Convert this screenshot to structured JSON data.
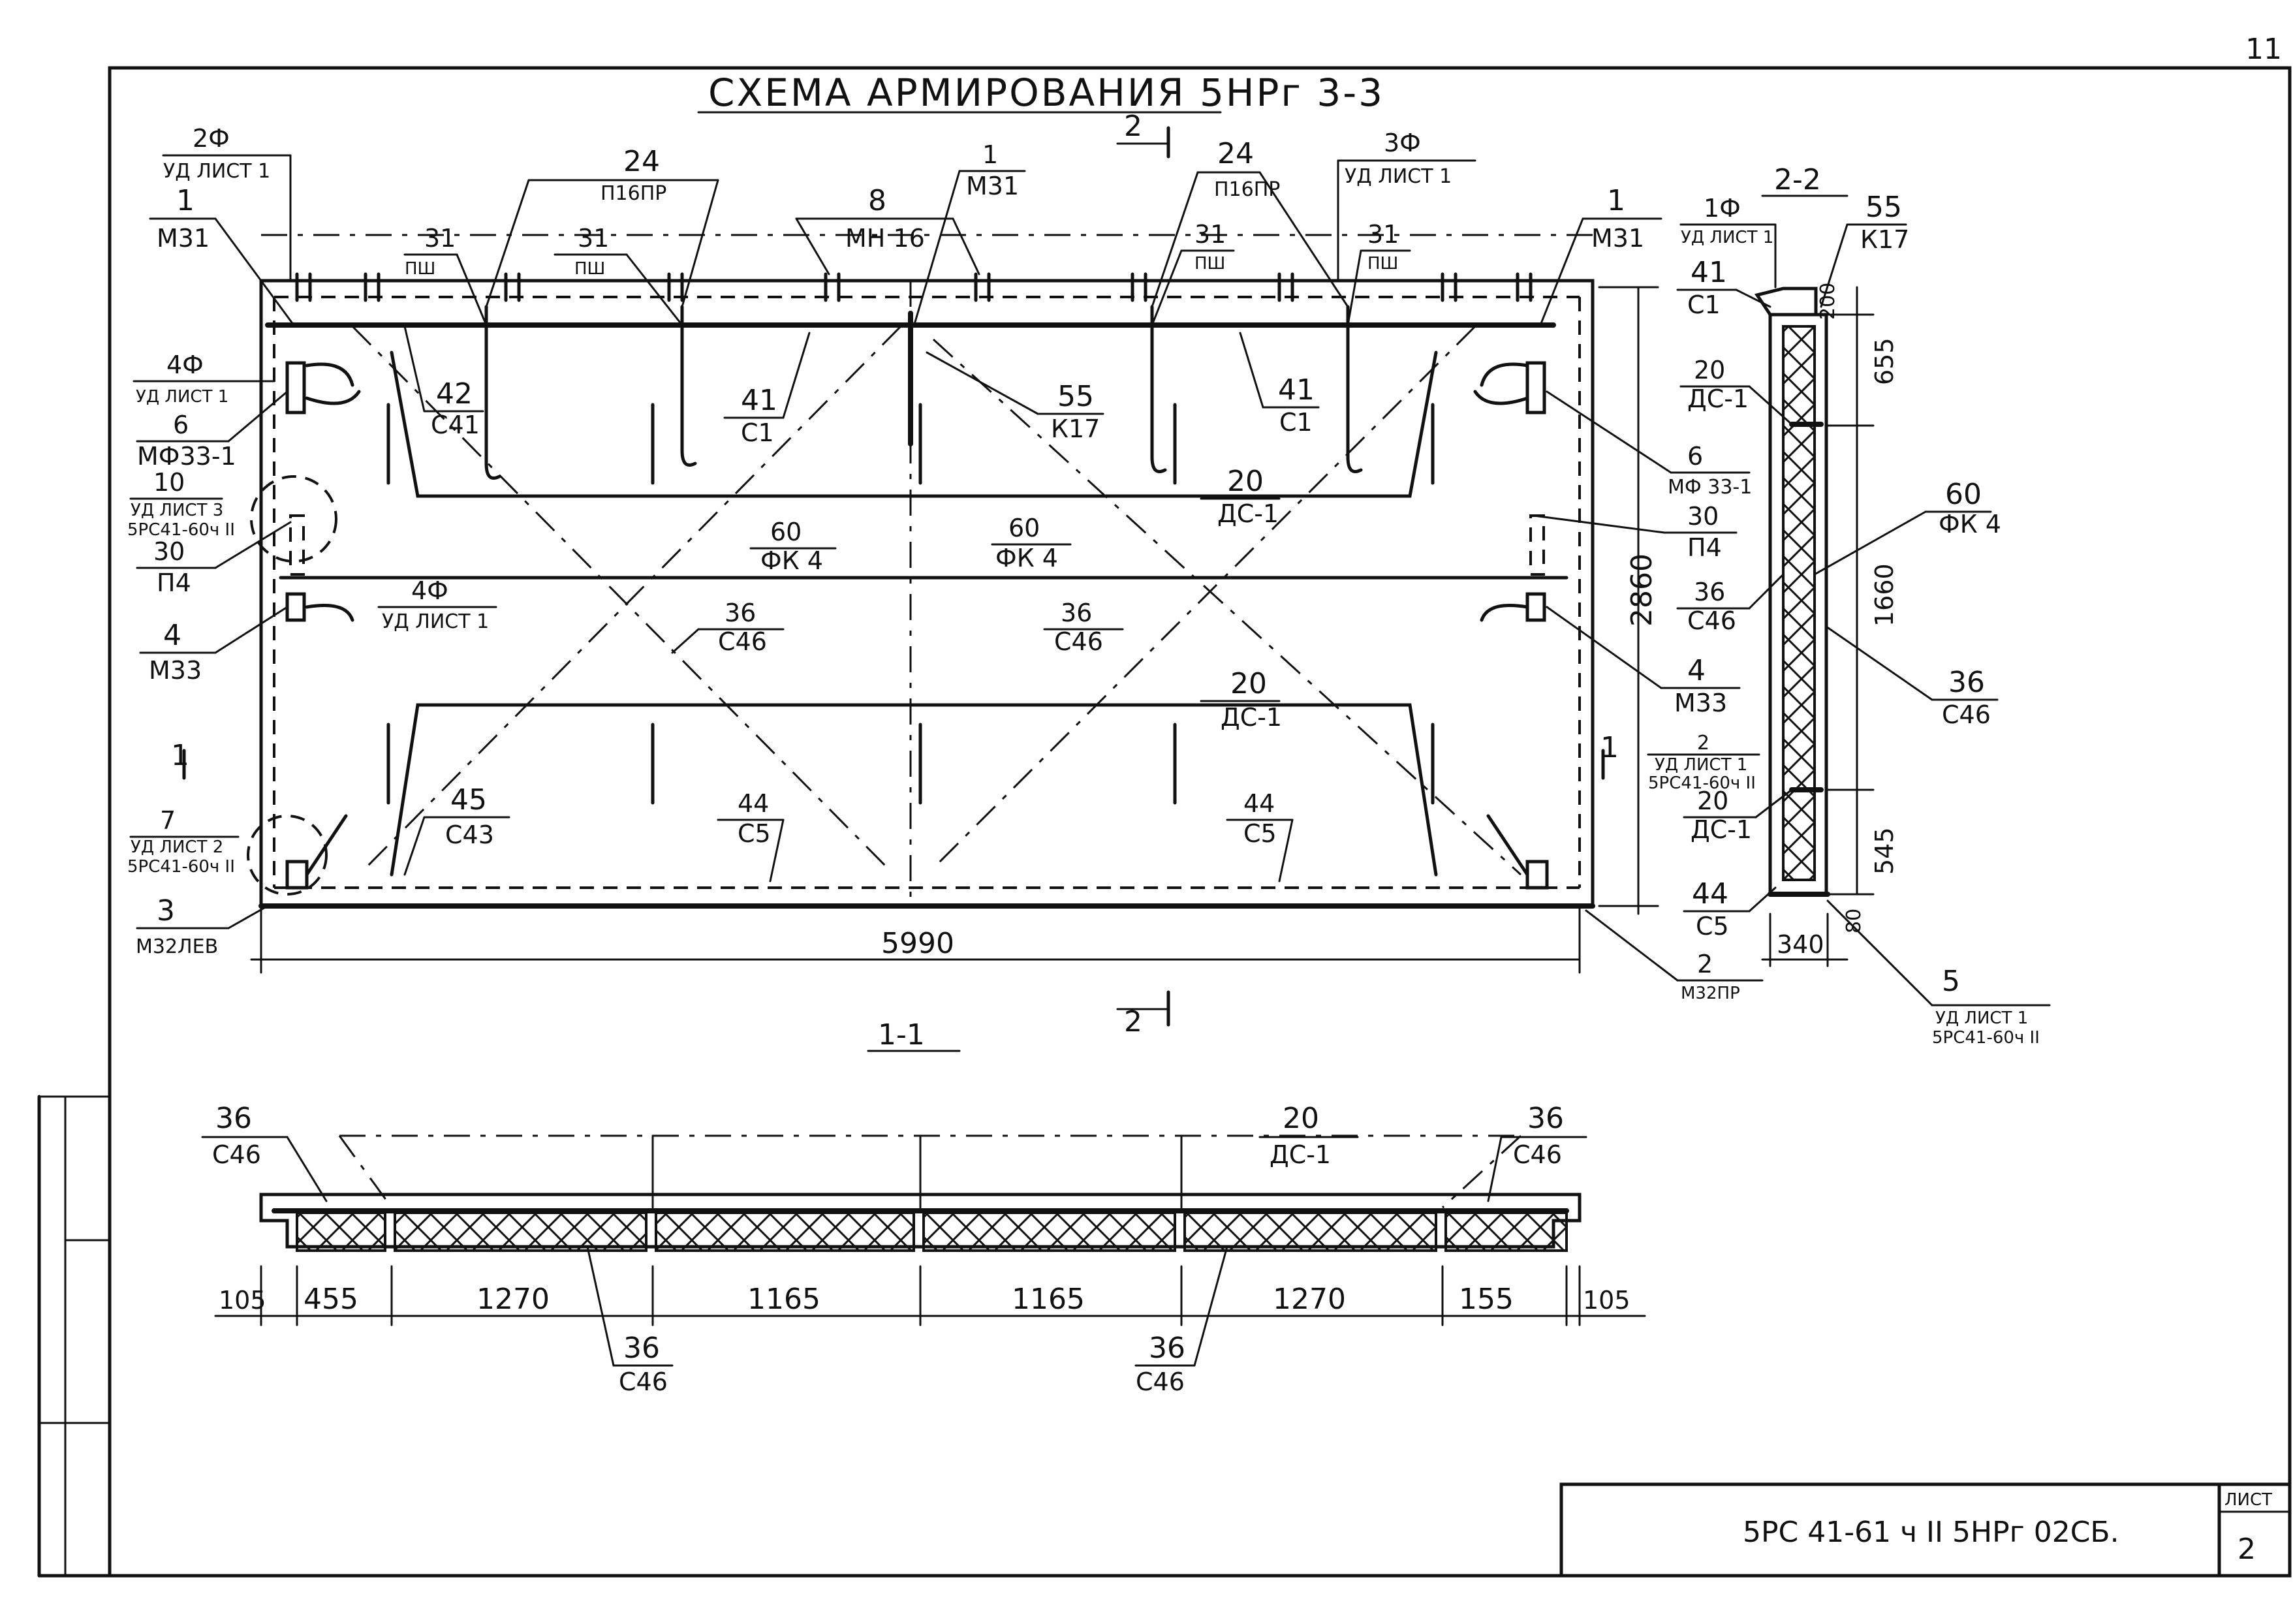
{
  "sheet_corner_number": "11",
  "title": "СХЕМА АРМИРОВАНИЯ 5НРг 3-3",
  "section_2_mark_top": "2",
  "section_2_mark_bottom": "2",
  "section_1_mark": "1",
  "section_1_1_label": "1-1",
  "section_2_2_label": "2-2",
  "elevation_callouts": {
    "c_2f": {
      "num": "2Ф",
      "den": "УД ЛИСТ 1"
    },
    "c_1_m31_left": {
      "num": "1",
      "den": "М31"
    },
    "c_24_left": {
      "num": "24",
      "den": "П16ПР"
    },
    "c_31_a": {
      "num": "31",
      "den": "ПШ"
    },
    "c_31_b": {
      "num": "31",
      "den": "ПШ"
    },
    "c_1_m31_mid": {
      "num": "1",
      "den": "М31"
    },
    "c_8": {
      "num": "8",
      "den": "МН 16"
    },
    "c_24_right": {
      "num": "24",
      "den": "П16ПР"
    },
    "c_3f": {
      "num": "3Ф",
      "den": "УД ЛИСТ 1"
    },
    "c_31_c": {
      "num": "31",
      "den": "ПШ"
    },
    "c_31_d": {
      "num": "31",
      "den": "ПШ"
    },
    "c_1_m31_right": {
      "num": "1",
      "den": "М31"
    },
    "c_4f_top": {
      "num": "4Ф",
      "den": "УД ЛИСТ 1"
    },
    "c_6_left": {
      "num": "6",
      "den": "МФ33-1"
    },
    "c_10": {
      "num": "10",
      "den": "УД ЛИСТ 3",
      "extra": "5РС41-60ч II"
    },
    "c_30_left": {
      "num": "30",
      "den": "П4"
    },
    "c_4_left": {
      "num": "4",
      "den": "М33"
    },
    "c_4f_mid": {
      "num": "4Ф",
      "den": "УД ЛИСТ 1"
    },
    "c_42": {
      "num": "42",
      "den": "С41"
    },
    "c_41_left": {
      "num": "41",
      "den": "С1"
    },
    "c_55": {
      "num": "55",
      "den": "К17"
    },
    "c_41_right": {
      "num": "41",
      "den": "С1"
    },
    "c_6_right": {
      "num": "6",
      "den": "МФ 33-1"
    },
    "c_20_top": {
      "num": "20",
      "den": "ДС-1"
    },
    "c_30_right": {
      "num": "30",
      "den": "П4"
    },
    "c_60_left": {
      "num": "60",
      "den": "ФК 4"
    },
    "c_60_right": {
      "num": "60",
      "den": "ФК 4"
    },
    "c_36_left": {
      "num": "36",
      "den": "С46"
    },
    "c_36_right": {
      "num": "36",
      "den": "С46"
    },
    "c_4_right": {
      "num": "4",
      "den": "М33"
    },
    "c_20_bottom": {
      "num": "20",
      "den": "ДС-1"
    },
    "c_45": {
      "num": "45",
      "den": "С43"
    },
    "c_44_left": {
      "num": "44",
      "den": "С5"
    },
    "c_44_right": {
      "num": "44",
      "den": "С5"
    },
    "c_7": {
      "num": "7",
      "den": "УД ЛИСТ 2",
      "extra": "5РС41-60ч II"
    },
    "c_3": {
      "num": "3",
      "den": "М32ЛЕВ"
    },
    "c_2_m32pr": {
      "num": "2",
      "den": "М32ПР"
    }
  },
  "elevation_dims": {
    "length": "5990",
    "height": "2860"
  },
  "section22_callouts": {
    "c_1f": {
      "num": "1Ф",
      "den": "УД ЛИСТ 1"
    },
    "c_55": {
      "num": "55",
      "den": "К17"
    },
    "c_41": {
      "num": "41",
      "den": "С1"
    },
    "c_20_top": {
      "num": "20",
      "den": "ДС-1"
    },
    "c_60": {
      "num": "60",
      "den": "ФК 4"
    },
    "c_36_left": {
      "num": "36",
      "den": "С46"
    },
    "c_36_right": {
      "num": "36",
      "den": "С46"
    },
    "c_2": {
      "num": "2",
      "den": "УД ЛИСТ 1",
      "extra": "5РС41-60ч II"
    },
    "c_20_bottom": {
      "num": "20",
      "den": "ДС-1"
    },
    "c_44": {
      "num": "44",
      "den": "С5"
    },
    "c_5": {
      "num": "5",
      "den": "УД ЛИСТ 1",
      "extra": "5РС41-60ч II"
    }
  },
  "section22_dims": {
    "d200": "200",
    "d655": "655",
    "d1660": "1660",
    "d545": "545",
    "d80": "80",
    "d340": "340"
  },
  "section11_callouts": {
    "c_36_left": {
      "num": "36",
      "den": "С46"
    },
    "c_20": {
      "num": "20",
      "den": "ДС-1"
    },
    "c_36_right": {
      "num": "36",
      "den": "С46"
    },
    "c_36_bottom_left": {
      "num": "36",
      "den": "С46"
    },
    "c_36_bottom_right": {
      "num": "36",
      "den": "С46"
    }
  },
  "section11_dims": [
    "105",
    "455",
    "1270",
    "1165",
    "1165",
    "1270",
    "155",
    "105"
  ],
  "title_block": {
    "designation": "5РС 41-61 ч II 5НРг 02СБ.",
    "sheet_label": "ЛИСТ",
    "sheet_number": "2"
  }
}
